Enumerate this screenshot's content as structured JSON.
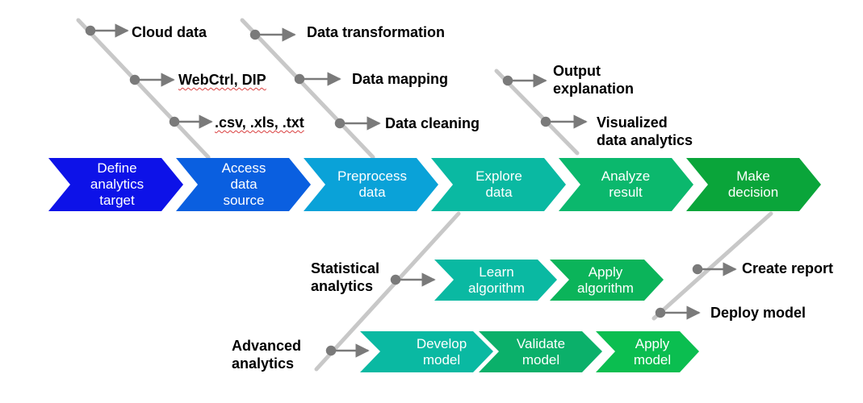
{
  "main_flow": [
    {
      "label": "Define\nanalytics\ntarget",
      "color": "#0d12e8"
    },
    {
      "label": "Access\ndata\nsource",
      "color": "#0a5fe0"
    },
    {
      "label": "Preprocess\ndata",
      "color": "#0aa2d8"
    },
    {
      "label": "Explore\ndata",
      "color": "#0ab9a2"
    },
    {
      "label": "Analyze\nresult",
      "color": "#0bb86d"
    },
    {
      "label": "Make\ndecision",
      "color": "#0aa53a"
    }
  ],
  "branches": {
    "access_inputs": [
      "Cloud data",
      "WebCtrl, DIP",
      ".csv, .xls, .txt"
    ],
    "preprocess_steps": [
      "Data transformation",
      "Data mapping",
      "Data cleaning"
    ],
    "analyze_outputs": [
      "Output\nexplanation",
      "Visualized\ndata analytics"
    ],
    "decision_outputs": [
      "Create report",
      "Deploy model"
    ]
  },
  "statistical": {
    "title": "Statistical\nanalytics",
    "steps": [
      {
        "label": "Learn\nalgorithm",
        "color": "#0ab9a2"
      },
      {
        "label": "Apply\nalgorithm",
        "color": "#0bb45a"
      }
    ]
  },
  "advanced": {
    "title": "Advanced\nanalytics",
    "steps": [
      {
        "label": "Develop\nmodel",
        "color": "#0ab9a2"
      },
      {
        "label": "Validate\nmodel",
        "color": "#0bb06a"
      },
      {
        "label": "Apply\nmodel",
        "color": "#0bbe50"
      }
    ]
  },
  "colors": {
    "spine": "#c8c8c8",
    "arrow": "#7a7a7a",
    "text": "#000000",
    "chevron_text": "#ffffff"
  }
}
